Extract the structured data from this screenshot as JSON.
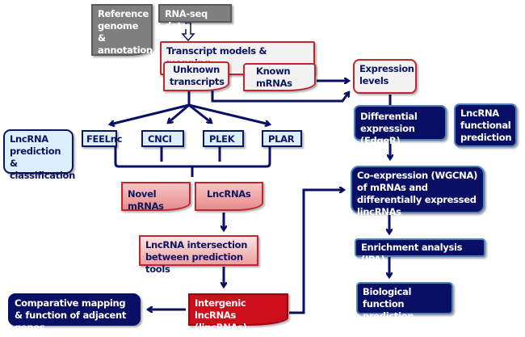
{
  "diagram": {
    "inputs": {
      "reference": "Reference genome & annotation",
      "rnaseq": "RNA-seq data"
    },
    "mapping": {
      "title": "Transcript models & mapping",
      "unknown": "Unknown transcripts",
      "known": "Known mRNAs"
    },
    "expression_levels": "Expression levels",
    "lncrna_prediction_label": "LncRNA prediction & classification",
    "tools": [
      "FEELnc",
      "CNCI",
      "PLEK",
      "PLAR"
    ],
    "outputs": {
      "novel_mrnas": "Novel mRNAs",
      "lncrnas": "LncRNAs"
    },
    "intersection": "LncRNA intersection between prediction tools",
    "intergenic": "Intergenic lncRNAs (lincRNAs)",
    "comparative": "Comparative mapping & function of adjacent genes",
    "functional_label": "LncRNA functional prediction",
    "differential": "Differential expression (EdgeR)",
    "coexpression": "Co-expression (WGCNA) of mRNAs and differentially expressed lincRNAs",
    "enrichment": "Enrichment analysis (IPA)",
    "biological": "Biological function prediction"
  },
  "colors": {
    "navy": "#0a0f66",
    "red": "#cc0f1a",
    "red_border": "#c0272d",
    "gray": "#7f7f7f",
    "light_blue": "#dcefff",
    "pink": "#ef9f9f"
  }
}
